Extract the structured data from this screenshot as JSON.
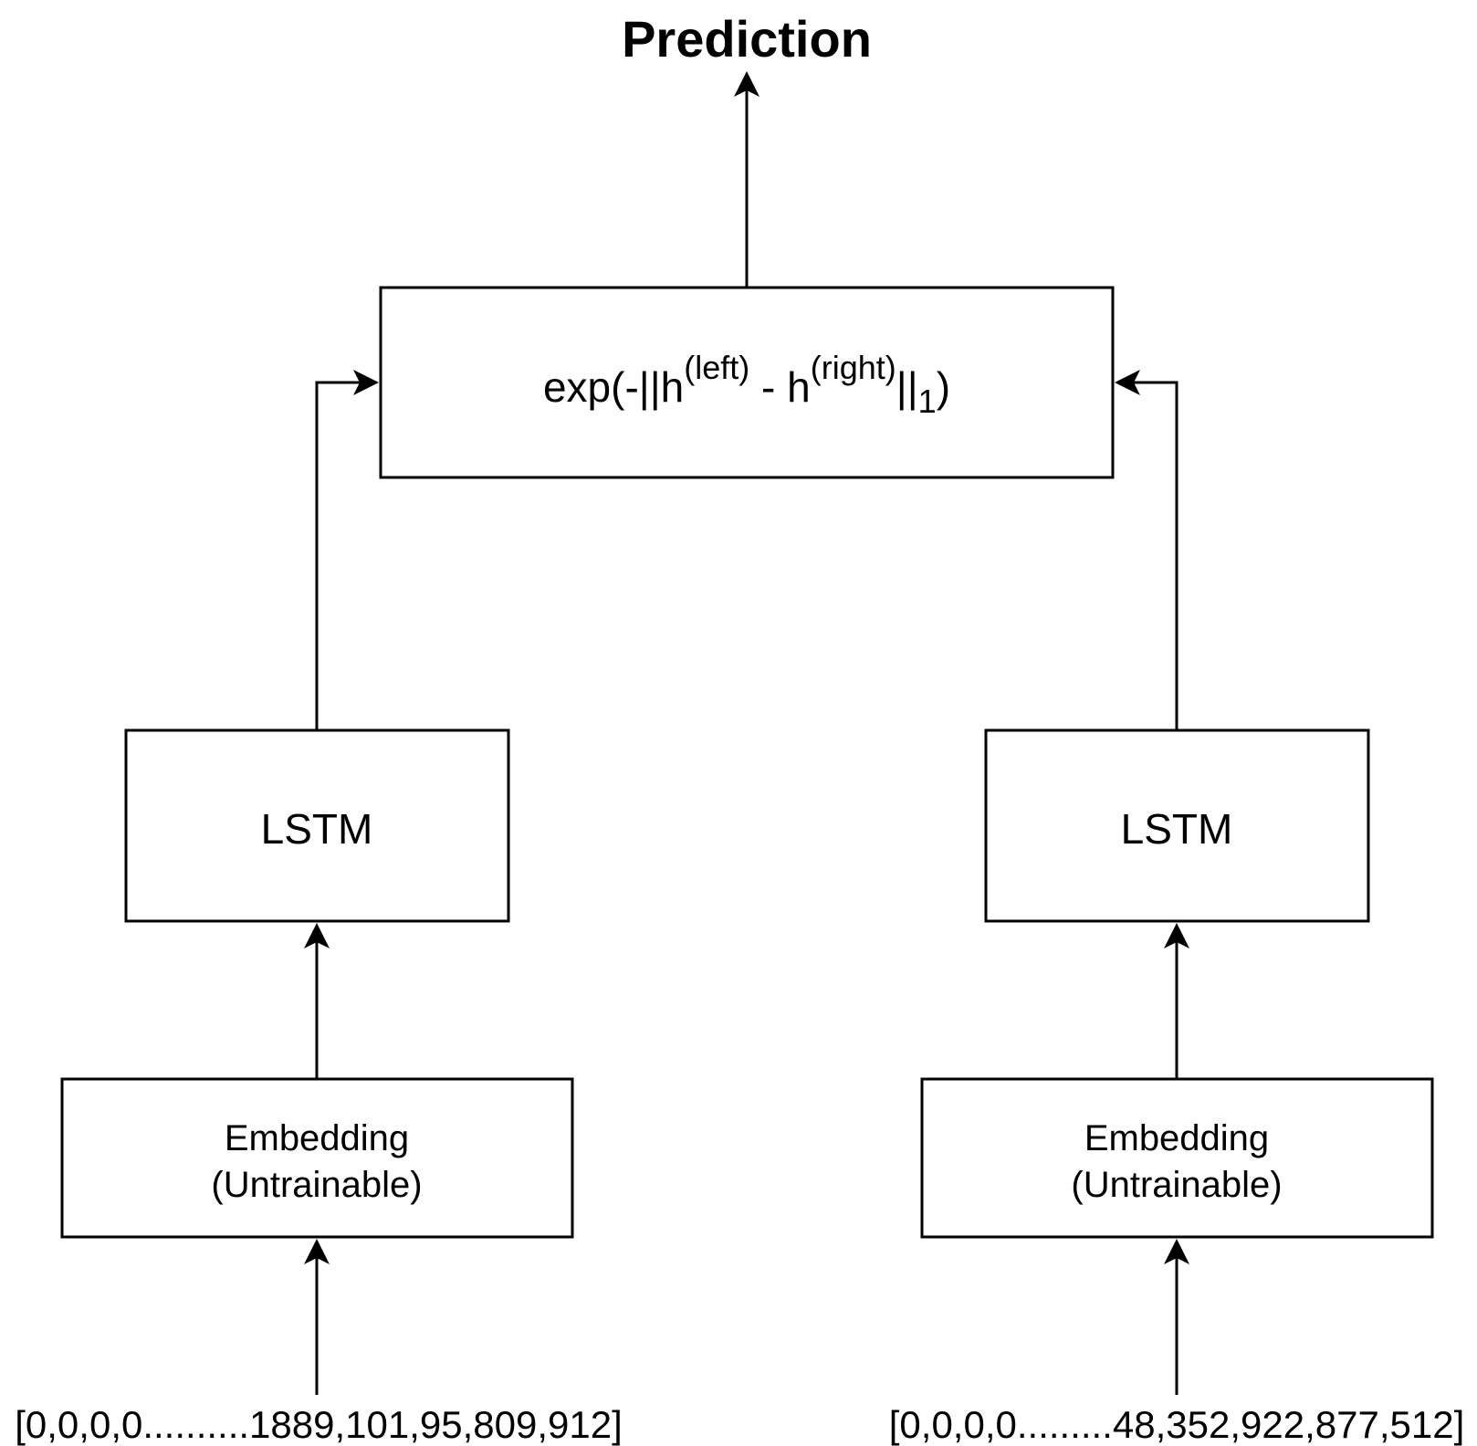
{
  "title": "Prediction",
  "similarity": {
    "formula_prefix": "exp(-||h",
    "left_sup": "(left)",
    "minus": " - h",
    "right_sup": "(right)",
    "norm": "||",
    "norm_sub": "1",
    "close_paren": ")"
  },
  "left_branch": {
    "lstm_label": "LSTM",
    "embedding_line1": "Embedding",
    "embedding_line2": "(Untrainable)",
    "input_sequence": "[0,0,0,0..........1889,101,95,809,912]"
  },
  "right_branch": {
    "lstm_label": "LSTM",
    "embedding_line1": "Embedding",
    "embedding_line2": "(Untrainable)",
    "input_sequence": "[0,0,0,0.........48,352,922,877,512]"
  },
  "colors": {
    "line": "#000000",
    "background": "#ffffff"
  }
}
